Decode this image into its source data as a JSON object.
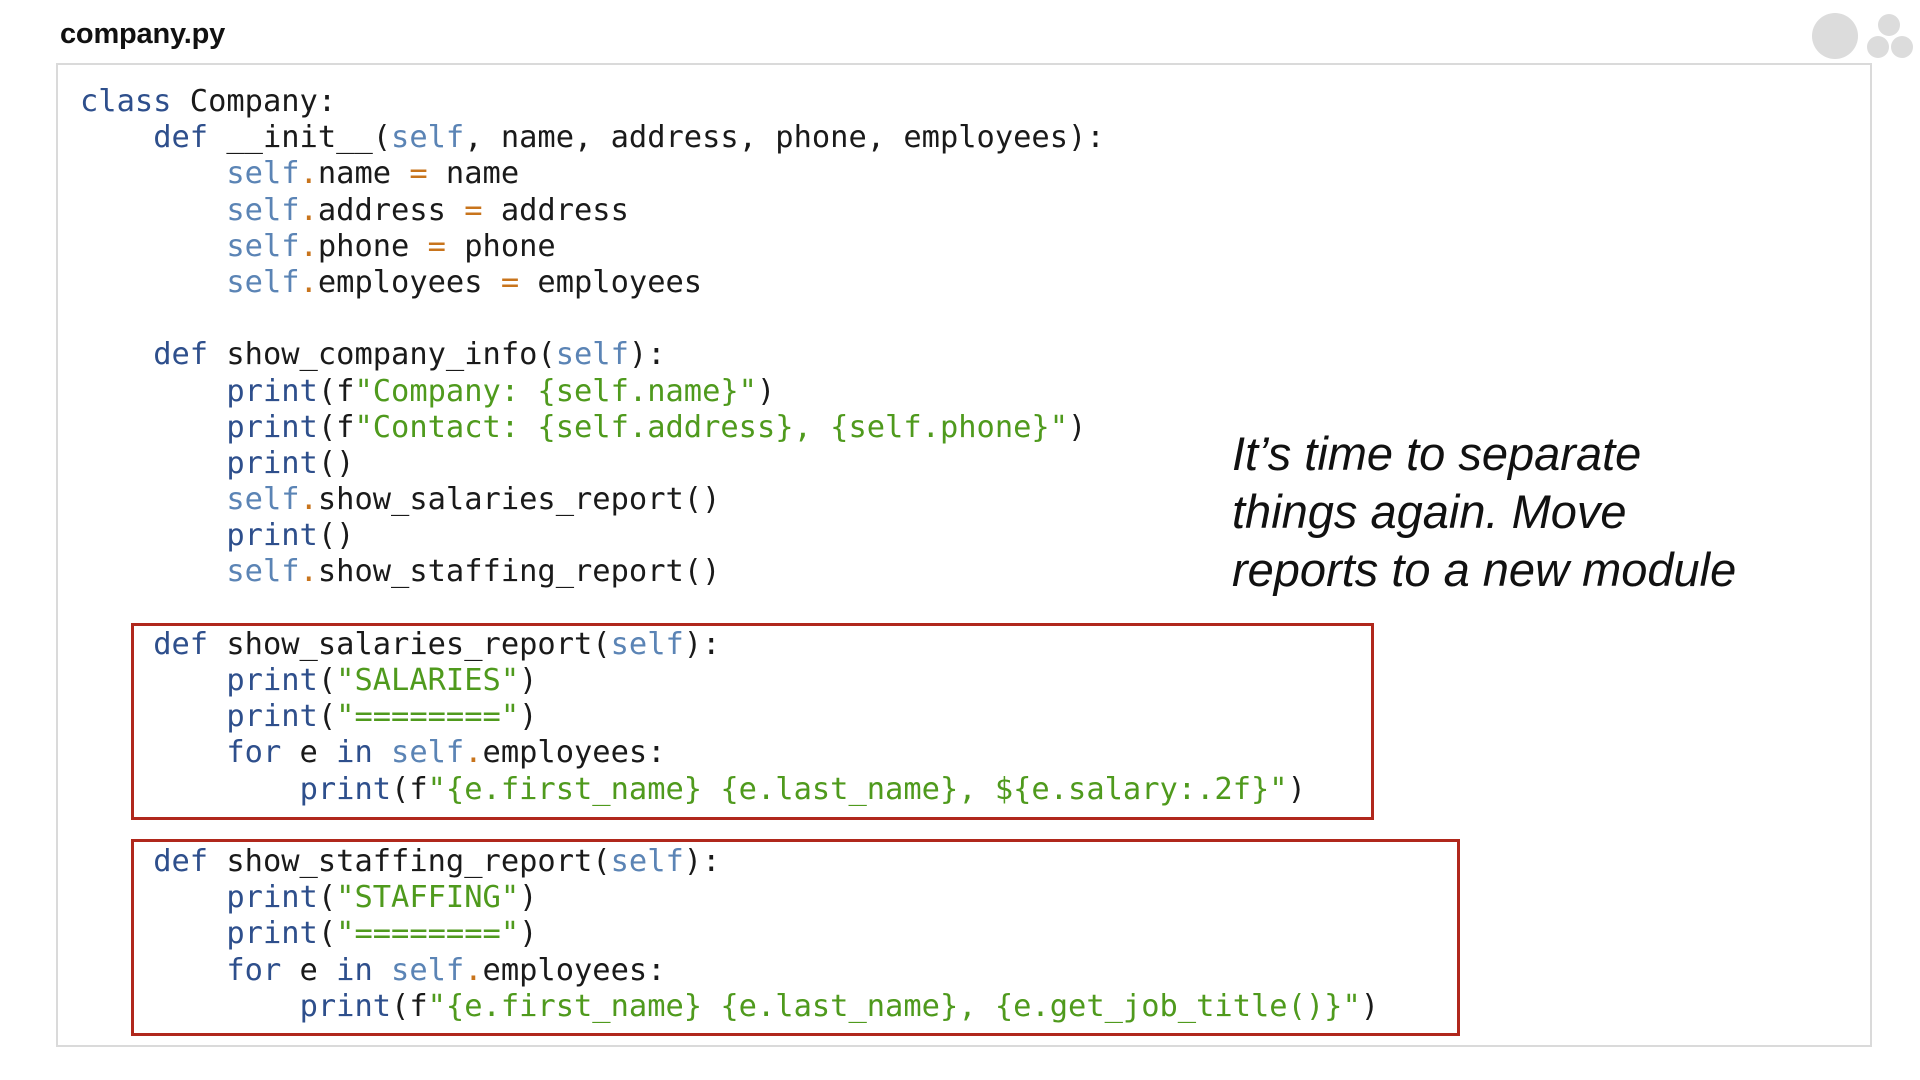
{
  "header": {
    "file_name": "company.py"
  },
  "note": {
    "lines": [
      "It’s time to separate",
      "things again. Move",
      "reports to a new module"
    ]
  },
  "code": {
    "lines": [
      [
        {
          "t": "kw",
          "v": "class"
        },
        {
          "t": "",
          "v": " Company:"
        }
      ],
      [
        {
          "t": "",
          "v": "    "
        },
        {
          "t": "kw",
          "v": "def"
        },
        {
          "t": "",
          "v": " __init__("
        },
        {
          "t": "slf",
          "v": "self"
        },
        {
          "t": "",
          "v": ", name, address, phone, employees):"
        }
      ],
      [
        {
          "t": "",
          "v": "        "
        },
        {
          "t": "slf",
          "v": "self"
        },
        {
          "t": "op",
          "v": "."
        },
        {
          "t": "",
          "v": "name "
        },
        {
          "t": "op",
          "v": "="
        },
        {
          "t": "",
          "v": " name"
        }
      ],
      [
        {
          "t": "",
          "v": "        "
        },
        {
          "t": "slf",
          "v": "self"
        },
        {
          "t": "op",
          "v": "."
        },
        {
          "t": "",
          "v": "address "
        },
        {
          "t": "op",
          "v": "="
        },
        {
          "t": "",
          "v": " address"
        }
      ],
      [
        {
          "t": "",
          "v": "        "
        },
        {
          "t": "slf",
          "v": "self"
        },
        {
          "t": "op",
          "v": "."
        },
        {
          "t": "",
          "v": "phone "
        },
        {
          "t": "op",
          "v": "="
        },
        {
          "t": "",
          "v": " phone"
        }
      ],
      [
        {
          "t": "",
          "v": "        "
        },
        {
          "t": "slf",
          "v": "self"
        },
        {
          "t": "op",
          "v": "."
        },
        {
          "t": "",
          "v": "employees "
        },
        {
          "t": "op",
          "v": "="
        },
        {
          "t": "",
          "v": " employees"
        }
      ],
      [],
      [
        {
          "t": "",
          "v": "    "
        },
        {
          "t": "kw",
          "v": "def"
        },
        {
          "t": "",
          "v": " show_company_info("
        },
        {
          "t": "slf",
          "v": "self"
        },
        {
          "t": "",
          "v": "):"
        }
      ],
      [
        {
          "t": "",
          "v": "        "
        },
        {
          "t": "bi",
          "v": "print"
        },
        {
          "t": "",
          "v": "(f"
        },
        {
          "t": "str",
          "v": "\"Company: {self.name}\""
        },
        {
          "t": "",
          "v": ")"
        }
      ],
      [
        {
          "t": "",
          "v": "        "
        },
        {
          "t": "bi",
          "v": "print"
        },
        {
          "t": "",
          "v": "(f"
        },
        {
          "t": "str",
          "v": "\"Contact: {self.address}, {self.phone}\""
        },
        {
          "t": "",
          "v": ")"
        }
      ],
      [
        {
          "t": "",
          "v": "        "
        },
        {
          "t": "bi",
          "v": "print"
        },
        {
          "t": "",
          "v": "()"
        }
      ],
      [
        {
          "t": "",
          "v": "        "
        },
        {
          "t": "slf",
          "v": "self"
        },
        {
          "t": "op",
          "v": "."
        },
        {
          "t": "",
          "v": "show_salaries_report()"
        }
      ],
      [
        {
          "t": "",
          "v": "        "
        },
        {
          "t": "bi",
          "v": "print"
        },
        {
          "t": "",
          "v": "()"
        }
      ],
      [
        {
          "t": "",
          "v": "        "
        },
        {
          "t": "slf",
          "v": "self"
        },
        {
          "t": "op",
          "v": "."
        },
        {
          "t": "",
          "v": "show_staffing_report()"
        }
      ],
      [],
      [
        {
          "t": "",
          "v": "    "
        },
        {
          "t": "kw",
          "v": "def"
        },
        {
          "t": "",
          "v": " show_salaries_report("
        },
        {
          "t": "slf",
          "v": "self"
        },
        {
          "t": "",
          "v": "):"
        }
      ],
      [
        {
          "t": "",
          "v": "        "
        },
        {
          "t": "bi",
          "v": "print"
        },
        {
          "t": "",
          "v": "("
        },
        {
          "t": "str",
          "v": "\"SALARIES\""
        },
        {
          "t": "",
          "v": ")"
        }
      ],
      [
        {
          "t": "",
          "v": "        "
        },
        {
          "t": "bi",
          "v": "print"
        },
        {
          "t": "",
          "v": "("
        },
        {
          "t": "str",
          "v": "\"========\""
        },
        {
          "t": "",
          "v": ")"
        }
      ],
      [
        {
          "t": "",
          "v": "        "
        },
        {
          "t": "kw",
          "v": "for"
        },
        {
          "t": "",
          "v": " e "
        },
        {
          "t": "kw",
          "v": "in"
        },
        {
          "t": "",
          "v": " "
        },
        {
          "t": "slf",
          "v": "self"
        },
        {
          "t": "op",
          "v": "."
        },
        {
          "t": "",
          "v": "employees:"
        }
      ],
      [
        {
          "t": "",
          "v": "            "
        },
        {
          "t": "bi",
          "v": "print"
        },
        {
          "t": "",
          "v": "(f"
        },
        {
          "t": "str",
          "v": "\"{e.first_name} {e.last_name}, ${e.salary:.2f}\""
        },
        {
          "t": "",
          "v": ")"
        }
      ],
      [],
      [
        {
          "t": "",
          "v": "    "
        },
        {
          "t": "kw",
          "v": "def"
        },
        {
          "t": "",
          "v": " show_staffing_report("
        },
        {
          "t": "slf",
          "v": "self"
        },
        {
          "t": "",
          "v": "):"
        }
      ],
      [
        {
          "t": "",
          "v": "        "
        },
        {
          "t": "bi",
          "v": "print"
        },
        {
          "t": "",
          "v": "("
        },
        {
          "t": "str",
          "v": "\"STAFFING\""
        },
        {
          "t": "",
          "v": ")"
        }
      ],
      [
        {
          "t": "",
          "v": "        "
        },
        {
          "t": "bi",
          "v": "print"
        },
        {
          "t": "",
          "v": "("
        },
        {
          "t": "str",
          "v": "\"========\""
        },
        {
          "t": "",
          "v": ")"
        }
      ],
      [
        {
          "t": "",
          "v": "        "
        },
        {
          "t": "kw",
          "v": "for"
        },
        {
          "t": "",
          "v": " e "
        },
        {
          "t": "kw",
          "v": "in"
        },
        {
          "t": "",
          "v": " "
        },
        {
          "t": "slf",
          "v": "self"
        },
        {
          "t": "op",
          "v": "."
        },
        {
          "t": "",
          "v": "employees:"
        }
      ],
      [
        {
          "t": "",
          "v": "            "
        },
        {
          "t": "bi",
          "v": "print"
        },
        {
          "t": "",
          "v": "(f"
        },
        {
          "t": "str",
          "v": "\"{e.first_name} {e.last_name}, {e.get_job_title()}\""
        },
        {
          "t": "",
          "v": ")"
        }
      ]
    ]
  },
  "colors": {
    "keyword": "#2e4f8c",
    "self": "#5b84b5",
    "string": "#4f9a1d",
    "operator": "#c8741c",
    "highlight_border": "#b0281c",
    "panel_border": "#dadada"
  },
  "icons": {
    "header_decoration": "dots-icon"
  }
}
